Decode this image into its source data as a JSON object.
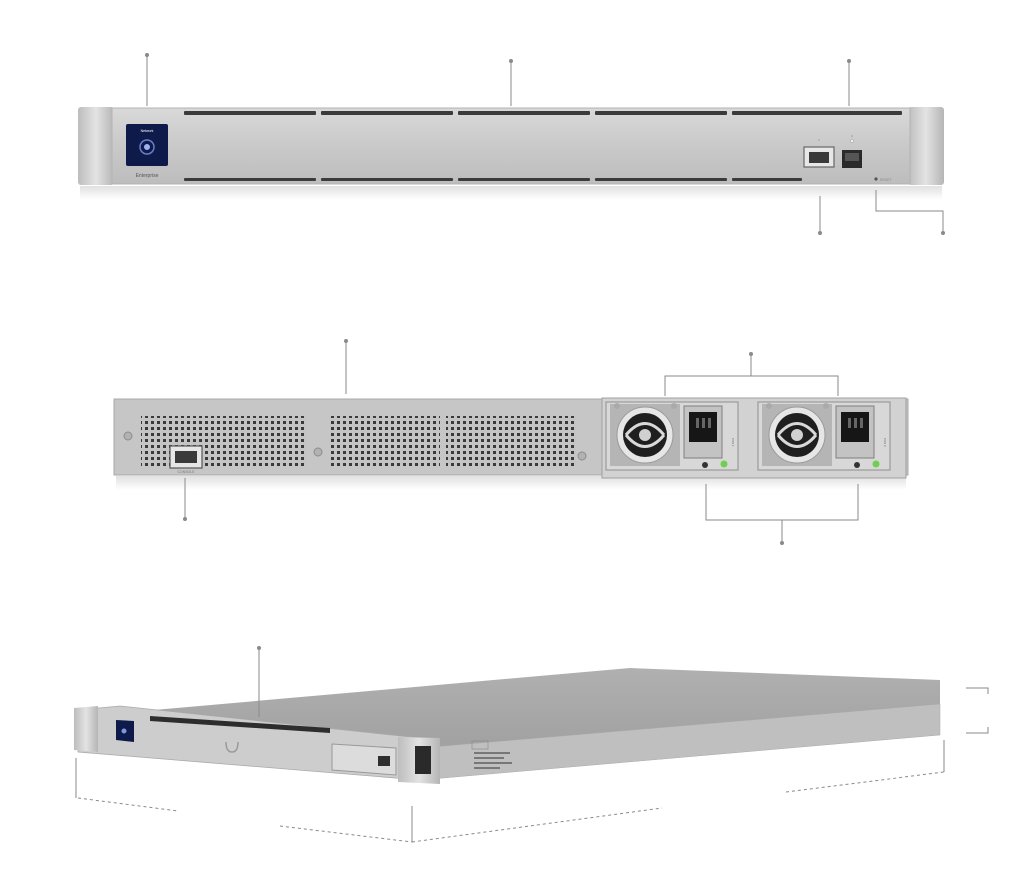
{
  "front_view": {
    "display_label": "Network",
    "brand_text": "Enterprise",
    "reset_label": "RESET",
    "port_labels": [
      "1",
      "2"
    ]
  },
  "rear_view": {
    "console_label": "CONSOLE",
    "psu_labels": [
      "PSU 1",
      "PSU 2"
    ]
  },
  "colors": {
    "chassis": "#c8c8c8",
    "chassis_dark": "#a9a9a9",
    "callout": "#8a8a8a",
    "display_bg": "#0d1a4a",
    "psu_led": "#6fcf4f"
  },
  "icons": [
    "ubiquiti-logo-icon",
    "fan-icon",
    "power-inlet-icon",
    "ethernet-port-icon",
    "sfp-port-icon"
  ]
}
